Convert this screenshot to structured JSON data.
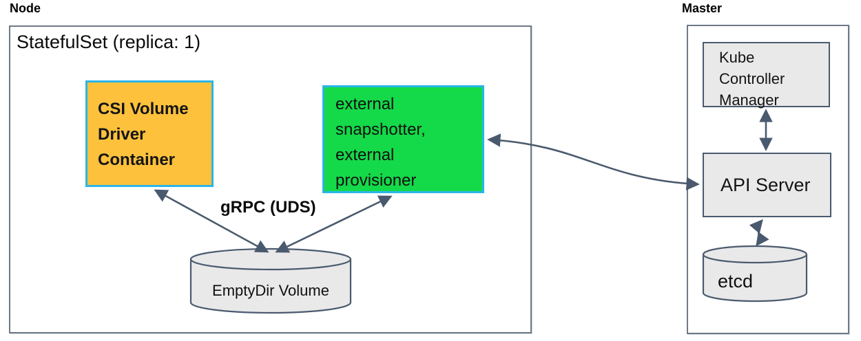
{
  "colors": {
    "orange": "#fdc13c",
    "green": "#14d949",
    "cyan": "#29b5e8",
    "slate": "#4a5a6e",
    "grayfill": "#e9e9e9"
  },
  "node": {
    "label": "Node",
    "statefulset_label": "StatefulSet (replica: 1)",
    "csi_box": {
      "lines": [
        "CSI Volume",
        "Driver",
        "Container"
      ]
    },
    "sidecar_box": {
      "lines": [
        "external",
        "snapshotter,",
        "external",
        "provisioner"
      ]
    },
    "grpc_label": "gRPC (UDS)",
    "emptydir_label": "EmptyDir Volume"
  },
  "master": {
    "label": "Master",
    "kcm_box": {
      "lines": [
        "Kube",
        "Controller",
        "Manager"
      ]
    },
    "api_server_label": "API Server",
    "etcd_label": "etcd"
  }
}
